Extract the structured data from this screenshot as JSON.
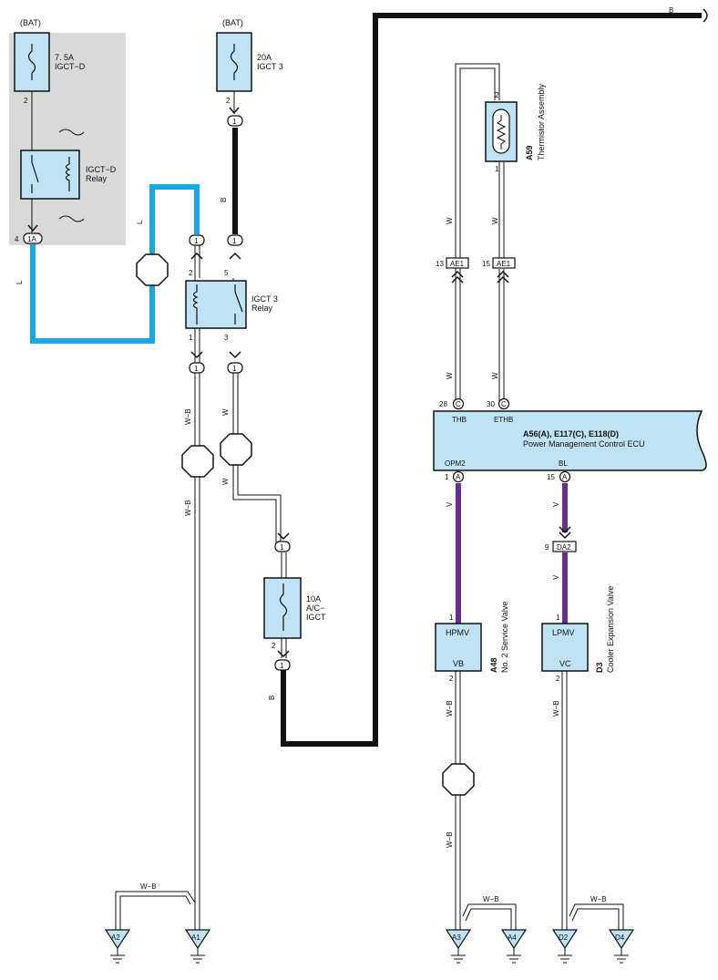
{
  "colors": {
    "blue_wire": "#1aa7e6",
    "black_wire": "#111111",
    "violet_wire": "#6b2c91",
    "component_fill": "#bfe3f4",
    "shade_region": "#d9d9d9"
  },
  "labels": {
    "bat_left": "(BAT)",
    "bat_mid": "(BAT)",
    "fuse1_rating": "7. 5A",
    "fuse1_name": "IGCT−D",
    "relay1_name": "IGCT−D",
    "relay1_word": "Relay",
    "fuse2_rating": "20A",
    "fuse2_name": "IGCT 3",
    "relay2_name": "IGCT 3",
    "relay2_word": "Relay",
    "fuse3_rating": "10A",
    "fuse3_name1": "A/C−",
    "fuse3_name2": "IGCT",
    "thermistor_code": "A59",
    "thermistor_name": "Thermistor Assembly",
    "ecu_code": "A56(A), E117(C), E118(D)",
    "ecu_name": "Power Management Control ECU",
    "ecu_pin_thb": "THB",
    "ecu_pin_ethb": "ETHB",
    "ecu_pin_opm2": "OPM2",
    "ecu_pin_bl": "BL",
    "valve1_code": "A48",
    "valve1_name": "No. 2 Service Valve",
    "valve1_top": "HPMV",
    "valve1_bottom": "VB",
    "valve2_code": "D3",
    "valve2_name": "Cooler Expansion Valve",
    "valve2_top": "LPMV",
    "valve2_bottom": "VC",
    "conn_1a": "1A",
    "conn_one": "1",
    "conn_c": "C",
    "conn_a": "A",
    "conn_ae1": "AE1",
    "conn_da2": "DA2",
    "wire_l": "L",
    "wire_b": "B",
    "wire_w": "W",
    "wire_wb": "W−B",
    "wire_v": "V",
    "gnd_a1": "A1",
    "gnd_a2": "A2",
    "gnd_a3": "A3",
    "gnd_a4": "A4",
    "gnd_d2": "D2",
    "gnd_d4": "D4",
    "pin_2": "2",
    "pin_4": "4",
    "pin_5": "5",
    "pin_1": "1",
    "pin_3": "3",
    "pin_13": "13",
    "pin_15": "15",
    "pin_28": "28",
    "pin_30": "30",
    "pin_9": "9"
  }
}
